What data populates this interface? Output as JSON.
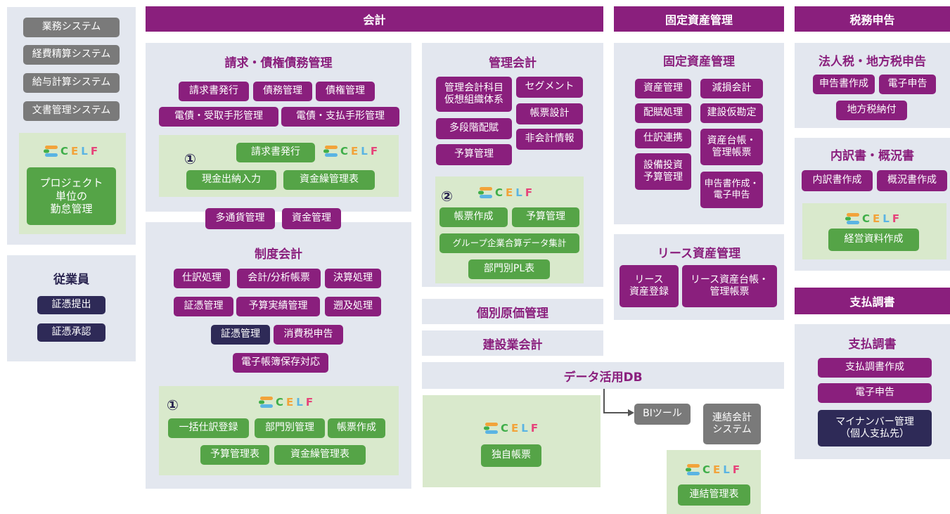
{
  "left": {
    "systems": [
      "業務システム",
      "経費精算システム",
      "給与計算システム",
      "文書管理システム"
    ],
    "celf_box": {
      "logo": "CELF",
      "item": "プロジェクト\n単位の\n勤怠管理"
    },
    "employees": {
      "title": "従業員",
      "items": [
        "証憑提出",
        "証憑承認"
      ]
    }
  },
  "accounting": {
    "header": "会計",
    "billing": {
      "title": "請求・債権債務管理",
      "items": [
        "請求書発行",
        "債務管理",
        "債権管理",
        "電債・受取手形管理",
        "電債・支払手形管理"
      ],
      "celf": {
        "num": "①",
        "logo": "CELF",
        "items": [
          "請求書発行",
          "現金出納入力",
          "資金繰管理表"
        ]
      }
    },
    "between": [
      "多通貨管理",
      "資金管理"
    ],
    "statutory": {
      "title": "制度会計",
      "items": [
        "仕訳処理",
        "会計/分析帳票",
        "決算処理",
        "証憑管理",
        "予算実績管理",
        "遡及処理",
        "証憑管理",
        "消費税申告",
        "電子帳簿保存対応"
      ],
      "celf": {
        "num": "①",
        "logo": "CELF",
        "items": [
          "一括仕訳登録",
          "部門別管理",
          "帳票作成",
          "予算管理表",
          "資金繰管理表"
        ]
      }
    },
    "management": {
      "title": "管理会計",
      "items": [
        "管理会計科目\n仮想組織体系",
        "セグメント",
        "帳票設計",
        "多段階配賦",
        "非会計情報",
        "予算管理"
      ],
      "celf": {
        "num": "②",
        "logo": "CELF",
        "items": [
          "帳票作成",
          "予算管理",
          "グループ企業合算データ集計",
          "部門別PL表"
        ]
      }
    },
    "cost": "個別原価管理",
    "construction": "建設業会計"
  },
  "fixed_assets": {
    "header": "固定資産管理",
    "title": "固定資産管理",
    "items": [
      "資産管理",
      "減損会計",
      "配賦処理",
      "建設仮勘定",
      "仕訳連携",
      "資産台帳・\n管理帳票",
      "設備投資\n予算管理",
      "申告書作成・\n電子申告"
    ],
    "lease": {
      "title": "リース資産管理",
      "items": [
        "リース\n資産登録",
        "リース資産台帳・\n管理帳票"
      ]
    }
  },
  "data_db": {
    "title": "データ活用DB",
    "celf": {
      "logo": "CELF",
      "item": "独自帳票"
    },
    "bi": "BIツール",
    "consol": "連結会計\nシステム",
    "celf2": {
      "logo": "CELF",
      "item": "連結管理表"
    }
  },
  "tax": {
    "header": "税務申告",
    "corporate": {
      "title": "法人税・地方税申告",
      "items": [
        "申告書作成",
        "電子申告",
        "地方税納付"
      ]
    },
    "detail": {
      "title": "内訳書・概況書",
      "items": [
        "内訳書作成",
        "概況書作成"
      ],
      "celf": {
        "logo": "CELF",
        "item": "経営資料作成"
      }
    }
  },
  "payment": {
    "header": "支払調書",
    "title": "支払調書",
    "items": [
      "支払調書作成",
      "電子申告",
      "マイナンバー管理\n（個人支払先）"
    ]
  },
  "colors": {
    "purple": "#8a1f7d",
    "green": "#55a447",
    "navy": "#2e2a57",
    "gray": "#7a7a7a",
    "panel": "#e3e7ef",
    "celf_panel": "#d9e9cc"
  }
}
